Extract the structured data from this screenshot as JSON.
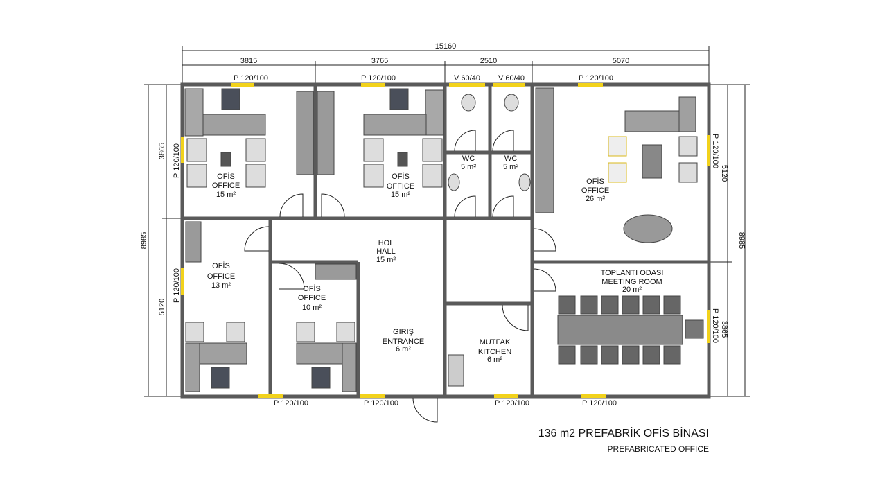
{
  "dimensions": {
    "total_width": "15160",
    "segments": [
      "3815",
      "3765",
      "2510",
      "5070"
    ],
    "left": {
      "total": "8985",
      "top": "3865",
      "bottom": "5120"
    },
    "right": {
      "total": "8985",
      "top": "5120",
      "bottom": "3865"
    }
  },
  "windows": {
    "top": [
      "P 120/100",
      "P 120/100",
      "V 60/40",
      "V 60/40",
      "P 120/100"
    ],
    "left": [
      "P 120/100",
      "P 120/100"
    ],
    "right": [
      "P 120/100",
      "P 120/100"
    ],
    "bottom": [
      "P 120/100",
      "P 120/100",
      "P 120/100",
      "P 120/100"
    ]
  },
  "rooms": {
    "office1": {
      "l1": "OFİS",
      "l2": "OFFICE",
      "area": "15 m²"
    },
    "office2": {
      "l1": "OFİS",
      "l2": "OFFICE",
      "area": "15 m²"
    },
    "wc1": {
      "l1": "WC",
      "area": "5 m²"
    },
    "wc2": {
      "l1": "WC",
      "area": "5 m²"
    },
    "office3": {
      "l1": "OFİS",
      "l2": "OFFICE",
      "area": "26 m²"
    },
    "office4": {
      "l1": "OFİS",
      "l2": "OFFICE",
      "area": "13 m²"
    },
    "office5": {
      "l1": "OFİS",
      "l2": "OFFICE",
      "area": "10 m²"
    },
    "hall": {
      "l1": "HOL",
      "l2": "HALL",
      "area": "15 m²"
    },
    "entrance": {
      "l1": "GIRIŞ",
      "l2": "ENTRANCE",
      "area": "6 m²"
    },
    "kitchen": {
      "l1": "MUTFAK",
      "l2": "KITCHEN",
      "area": "6 m²"
    },
    "meeting": {
      "l1": "TOPLANTI ODASI",
      "l2": "MEETING ROOM",
      "area": "20 m²"
    }
  },
  "title": {
    "main": "136 m2 PREFABRİK OFİS BİNASI",
    "sub": "PREFABRICATED OFFICE"
  },
  "colors": {
    "wall": "#5a5a5a",
    "window": "#f2d21b",
    "furniture": "#8d8d8d"
  }
}
